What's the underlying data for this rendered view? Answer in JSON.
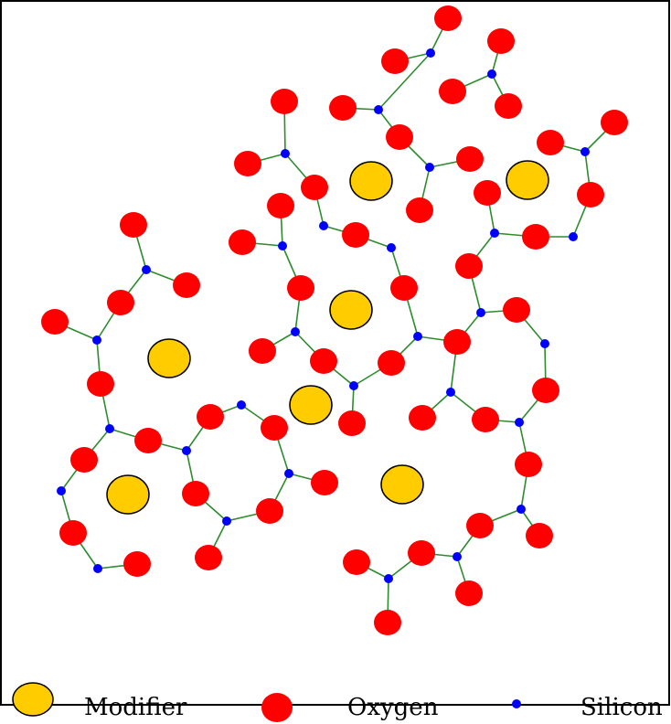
{
  "legend": {
    "modifier_label": "Modifier",
    "oxygen_label": "Oxygen",
    "silicon_label": "Silicon"
  },
  "colors": {
    "modifier_fill": "#ffcc00",
    "modifier_stroke": "#000000",
    "oxygen_fill": "#ff0000",
    "silicon_fill": "#0000ff",
    "bond": "#2e8b2e",
    "border": "#000000",
    "background": "#ffffff"
  }
}
